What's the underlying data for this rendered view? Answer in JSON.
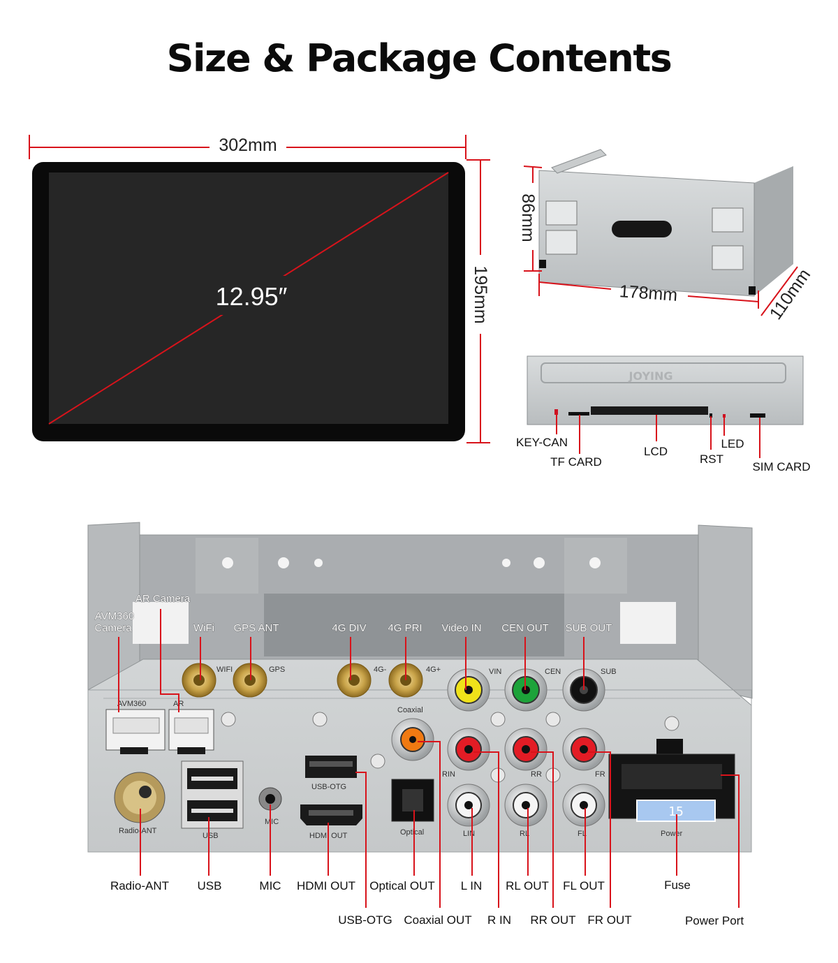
{
  "title": "Size & Package Contents",
  "colors": {
    "accent": "#d8131b",
    "screen": "#262626",
    "metal": "#c9cccd"
  },
  "screen_dims": {
    "width": "302mm",
    "height": "195mm",
    "diagonal": "12.95″"
  },
  "cage_dims": {
    "height": "86mm",
    "width": "178mm",
    "depth": "110mm"
  },
  "cage_brand": "JOYING",
  "front_labels": {
    "key_can": "KEY-CAN",
    "tf_card": "TF CARD",
    "lcd": "LCD",
    "rst": "RST",
    "led": "LED",
    "sim_card": "SIM CARD"
  },
  "top_labels": {
    "ar_camera": "AR Camera",
    "avm360_l1": "AVM360",
    "avm360_l2": "Camera",
    "wifi": "WiFi",
    "gps_ant": "GPS ANT",
    "g4_div": "4G DIV",
    "g4_pri": "4G PRI",
    "video_in": "Video IN",
    "cen_out": "CEN OUT",
    "sub_out": "SUB OUT"
  },
  "bottom_labels_row1": {
    "radio_ant": "Radio-ANT",
    "usb": "USB",
    "mic": "MIC",
    "hdmi_out": "HDMI OUT",
    "optical_out": "Optical OUT",
    "l_in": "L IN",
    "rl_out": "RL OUT",
    "fl_out": "FL OUT",
    "fuse": "Fuse"
  },
  "bottom_labels_row2": {
    "usb_otg": "USB-OTG",
    "coaxial_out": "Coaxial OUT",
    "r_in": "R IN",
    "rr_out": "RR OUT",
    "fr_out": "FR OUT",
    "power_port": "Power Port"
  },
  "panel_silkscreen": {
    "wifi": "WIFI",
    "gps": "GPS",
    "g4m": "4G-",
    "g4p": "4G+",
    "vin": "VIN",
    "cen": "CEN",
    "sub": "SUB",
    "coaxial": "Coaxial",
    "avm360": "AVM360",
    "ar": "AR",
    "usb_otg": "USB-OTG",
    "rin": "RIN",
    "rr": "RR",
    "fr": "FR",
    "radio_ant": "Radio-ANT",
    "usb": "USB",
    "mic": "MIC",
    "hdmi_out": "HDMI  OUT",
    "optical": "Optical",
    "lin": "LIN",
    "rl": "RL",
    "fl": "FL",
    "power": "Power",
    "fuse_value": "15"
  }
}
